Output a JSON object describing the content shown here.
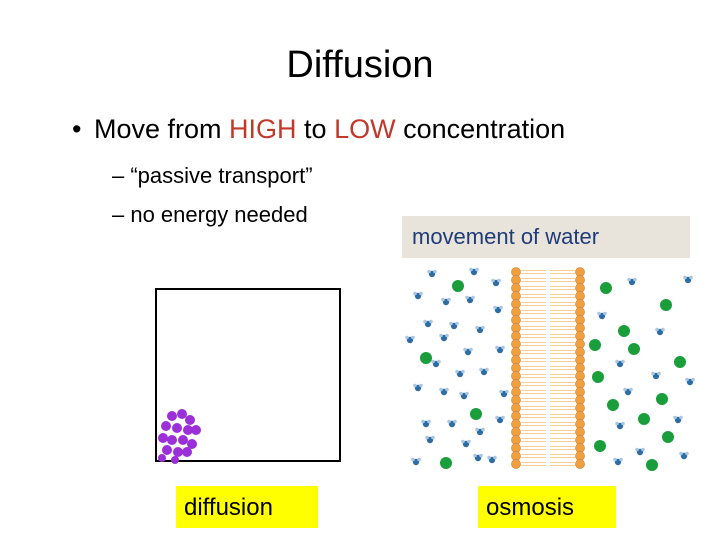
{
  "title": "Diffusion",
  "bullet": {
    "prefix": "Move from ",
    "high": "HIGH",
    "middle": " to ",
    "low": "LOW",
    "suffix": " concentration"
  },
  "sub_bullets": [
    "– “passive transport”",
    "– no energy needed"
  ],
  "water_label": "movement of water",
  "diffusion_label": "diffusion",
  "osmosis_label": "osmosis",
  "colors": {
    "accent_red": "#c0392b",
    "label_bg": "#ffff00",
    "purple": "#9b30d9",
    "green": "#1a9e3c",
    "membrane": "#f0a040"
  }
}
